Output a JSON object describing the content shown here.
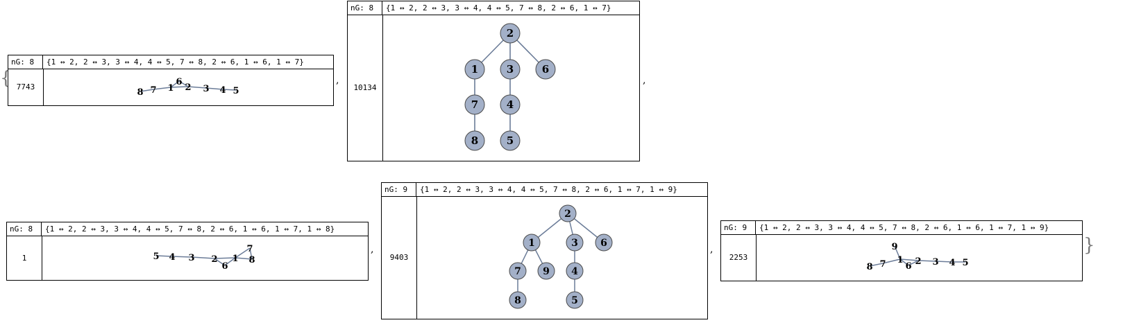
{
  "list": {
    "open_brace": "{",
    "close_brace": "}",
    "separator": ","
  },
  "graphs": [
    {
      "ng_label": "nG: 8",
      "edges_text": "{1 ↔ 2, 2 ↔ 3, 3 ↔ 4, 4 ↔ 5, 7 ↔ 8, 2 ↔ 6, 1 ↔ 6, 1 ↔ 7}",
      "number": "7743",
      "nodes": [
        "8",
        "7",
        "1",
        "6",
        "2",
        "3",
        "4",
        "5"
      ]
    },
    {
      "ng_label": "nG: 8",
      "edges_text": "{1 ↔ 2, 2 ↔ 3, 3 ↔ 4, 4 ↔ 5, 7 ↔ 8, 2 ↔ 6, 1 ↔ 7}",
      "number": "10134",
      "nodes": [
        "2",
        "1",
        "3",
        "6",
        "7",
        "4",
        "8",
        "5"
      ]
    },
    {
      "ng_label": "nG: 8",
      "edges_text": "{1 ↔ 2, 2 ↔ 3, 3 ↔ 4, 4 ↔ 5, 7 ↔ 8, 2 ↔ 6, 1 ↔ 6, 1 ↔ 7, 1 ↔ 8}",
      "number": "1",
      "nodes": [
        "5",
        "4",
        "3",
        "2",
        "6",
        "1",
        "7",
        "8"
      ]
    },
    {
      "ng_label": "nG: 9",
      "edges_text": "{1 ↔ 2, 2 ↔ 3, 3 ↔ 4, 4 ↔ 5, 7 ↔ 8, 2 ↔ 6, 1 ↔ 7, 1 ↔ 9}",
      "number": "9403",
      "nodes": [
        "2",
        "1",
        "3",
        "6",
        "7",
        "9",
        "4",
        "8",
        "5"
      ]
    },
    {
      "ng_label": "nG: 9",
      "edges_text": "{1 ↔ 2, 2 ↔ 3, 3 ↔ 4, 4 ↔ 5, 7 ↔ 8, 2 ↔ 6, 1 ↔ 6, 1 ↔ 7, 1 ↔ 9}",
      "number": "2253",
      "nodes": [
        "9",
        "8",
        "7",
        "1",
        "6",
        "2",
        "3",
        "4",
        "5"
      ]
    }
  ],
  "colors": {
    "node_fill": "#a3b0c8",
    "node_stroke": "#4a4a4a",
    "edge": "#6b7c98"
  }
}
